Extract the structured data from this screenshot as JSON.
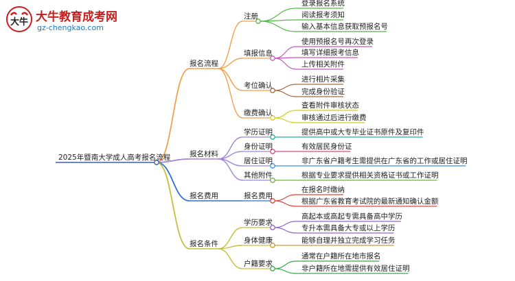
{
  "logo": {
    "title": "大牛教育成考网",
    "url": "gz-chengkao.com",
    "mark_text": "大牛"
  },
  "root": "2025年暨南大学成人高考报名流程",
  "branches": [
    {
      "label": "报名流程",
      "color": "#f0a04b",
      "children": [
        {
          "label": "注册",
          "color": "#55b848",
          "leaves": [
            "登录报名系统",
            "阅读报考须知",
            "输入基本信息获取预报名号"
          ]
        },
        {
          "label": "填报信息",
          "color": "#c15ab8",
          "leaves": [
            "使用预报名号再次登录",
            "填写详细报考信息",
            "上传相关附件"
          ]
        },
        {
          "label": "考位确认",
          "color": "#a56a3c",
          "leaves": [
            "进行相片采集",
            "完成身份验证"
          ]
        },
        {
          "label": "缴费确认",
          "color": "#d8cb1c",
          "leaves": [
            "查看附件审核状态",
            "审核通过后进行缴费"
          ]
        }
      ]
    },
    {
      "label": "报名材料",
      "color": "#9f86d6",
      "children": [
        {
          "label": "学历证明",
          "color": "#1fb29a",
          "leaves": [
            "提供高中或大专毕业证书原件及复印件"
          ]
        },
        {
          "label": "身份证明",
          "color": "#e04a77",
          "leaves": [
            "有效居民身份证"
          ]
        },
        {
          "label": "居住证明",
          "color": "#3b8fd8",
          "leaves": [
            "非广东省户籍考生需提供在广东省的工作或居住证明"
          ]
        },
        {
          "label": "其他附件",
          "color": "#6db33f",
          "leaves": [
            "根据专业要求提供相关资格证书或工作证明"
          ]
        }
      ]
    },
    {
      "label": "报名费用",
      "color": "#2f6fd1",
      "children": [
        {
          "label": "报名费用",
          "color": "#e1433a",
          "leaves": [
            "在报名时缴纳",
            "根据广东省教育考试院的最新通知确认金额"
          ]
        }
      ]
    },
    {
      "label": "报名条件",
      "color": "#c3c03a",
      "children": [
        {
          "label": "学历要求",
          "color": "#9b5fd0",
          "leaves": [
            "高起本或高起专需具备高中学历",
            "专升本需具备大专或以上学历"
          ]
        },
        {
          "label": "身体健康",
          "color": "#c89a3a",
          "leaves": [
            "能够自理并独立完成学习任务"
          ]
        },
        {
          "label": "户籍要求",
          "color": "#3aa84e",
          "leaves": [
            "通常在户籍所在地市报名",
            "非户籍所在地需提供有效居住证明"
          ]
        }
      ]
    }
  ]
}
